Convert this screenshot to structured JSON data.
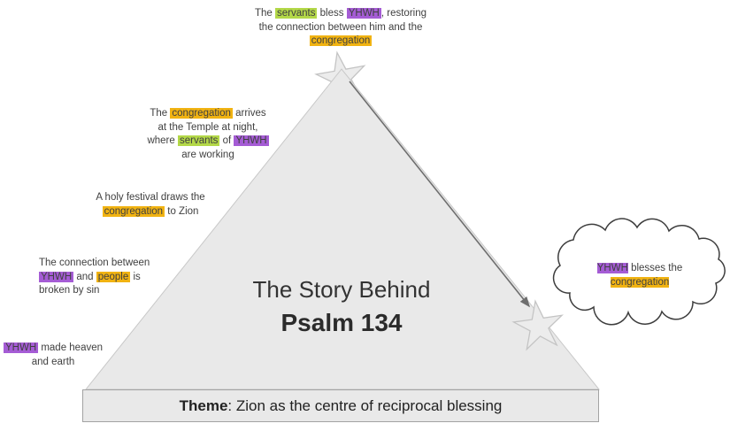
{
  "colors": {
    "green": "#b3d848",
    "purple": "#a55cd5",
    "gold": "#f1b312",
    "triangle_fill": "#e9e9e9",
    "triangle_stroke": "#c8c8c8",
    "star_fill": "#ececec",
    "star_stroke": "#c4c4c4",
    "arrow": "#6e6e6e",
    "cloud_fill": "#ffffff",
    "cloud_stroke": "#3d3d3d",
    "banner_fill": "#e9e9e9",
    "banner_stroke": "#a3a3a3"
  },
  "title": {
    "line1": "The Story Behind",
    "line2": "Psalm 134"
  },
  "theme": {
    "segments": [
      {
        "text": "Theme",
        "bold": true
      },
      {
        "text": ": Zion as the centre of reciprocal blessing"
      }
    ]
  },
  "annotations": [
    {
      "id": "step-servants-bless",
      "segments": [
        {
          "text": "The "
        },
        {
          "text": "servants",
          "hl": "green"
        },
        {
          "text": " bless "
        },
        {
          "text": "YHWH",
          "hl": "purple"
        },
        {
          "text": ", restoring\nthe connection between him and the\n"
        },
        {
          "text": "congregation",
          "hl": "gold"
        }
      ]
    },
    {
      "id": "step-congregation-arrives",
      "segments": [
        {
          "text": "The "
        },
        {
          "text": "congregation",
          "hl": "gold"
        },
        {
          "text": " arrives\nat the Temple at night,\nwhere "
        },
        {
          "text": "servants",
          "hl": "green"
        },
        {
          "text": " of "
        },
        {
          "text": "YHWH",
          "hl": "purple"
        },
        {
          "text": "\nare working"
        }
      ]
    },
    {
      "id": "step-holy-festival",
      "segments": [
        {
          "text": "A holy festival draws the\n"
        },
        {
          "text": "congregation",
          "hl": "gold"
        },
        {
          "text": " to Zion"
        }
      ]
    },
    {
      "id": "step-connection-broken",
      "segments": [
        {
          "text": "The connection between\n"
        },
        {
          "text": "YHWH",
          "hl": "purple"
        },
        {
          "text": " and "
        },
        {
          "text": "people",
          "hl": "gold"
        },
        {
          "text": " is\nbroken by sin"
        }
      ]
    },
    {
      "id": "step-creation",
      "segments": [
        {
          "text": "YHWH",
          "hl": "purple"
        },
        {
          "text": " made heaven\nand earth"
        }
      ]
    }
  ],
  "cloud": {
    "segments": [
      {
        "text": "YHWH",
        "hl": "purple"
      },
      {
        "text": " blesses the\n"
      },
      {
        "text": "congregation",
        "hl": "gold"
      }
    ]
  }
}
